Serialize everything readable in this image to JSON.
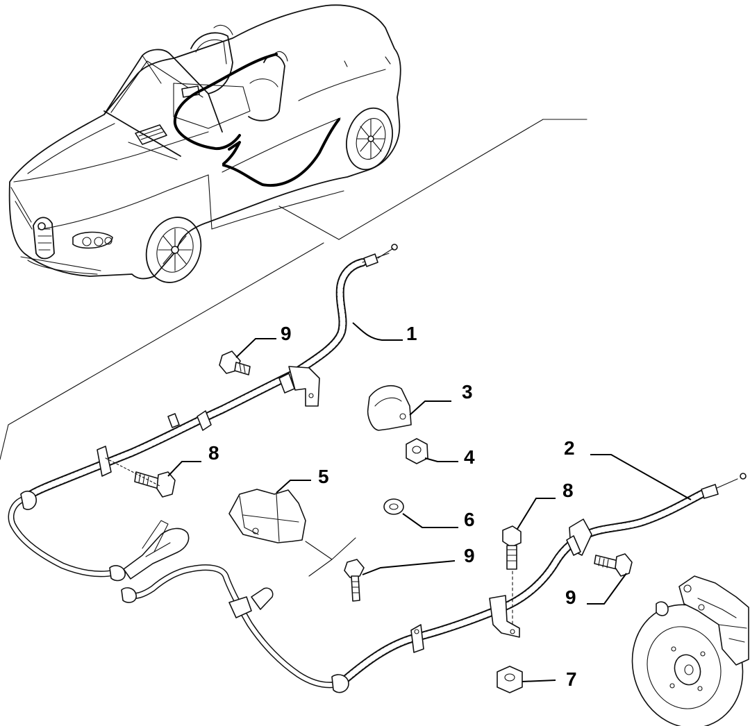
{
  "callouts": [
    {
      "id": "c1",
      "label": "1"
    },
    {
      "id": "c2",
      "label": "2"
    },
    {
      "id": "c3",
      "label": "3"
    },
    {
      "id": "c4",
      "label": "4"
    },
    {
      "id": "c5",
      "label": "5"
    },
    {
      "id": "c6",
      "label": "6"
    },
    {
      "id": "c7",
      "label": "7"
    },
    {
      "id": "c8a",
      "label": "8"
    },
    {
      "id": "c8b",
      "label": "8"
    },
    {
      "id": "c9a",
      "label": "9"
    },
    {
      "id": "c9b",
      "label": "9"
    },
    {
      "id": "c9c",
      "label": "9"
    }
  ]
}
